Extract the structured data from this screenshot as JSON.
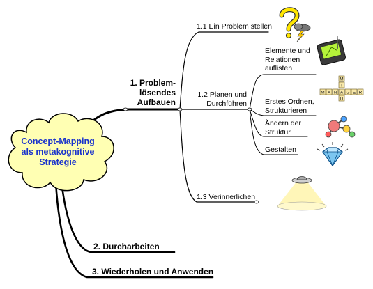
{
  "center": {
    "lines": [
      "Concept-Mapping",
      "als metakognitive",
      "Strategie"
    ]
  },
  "branch1": {
    "lines": [
      "1. Problem-",
      "lösendes",
      "Aufbauen"
    ],
    "sub1": "1.1 Ein Problem stellen",
    "sub2": {
      "lines": [
        "1.2 Planen und",
        "Durchführen"
      ]
    },
    "sub2_children": {
      "a": {
        "lines": [
          "Elemente und",
          "Relationen",
          "auflisten"
        ]
      },
      "b": {
        "lines": [
          "Erstes Ordnen,",
          "Strukturieren"
        ]
      },
      "c": {
        "lines": [
          "Ändern der",
          "Struktur"
        ]
      },
      "d": "Gestalten"
    },
    "sub3": "1.3 Verinnerlichen"
  },
  "branch2": "2. Durcharbeiten",
  "branch3": "3. Wiederholen und Anwenden",
  "icons": {
    "question": "question-mark-storm-icon",
    "pda": "handheld-pda-icon",
    "mindmanager": "mind-manager-tiles-icon",
    "molecule": "molecule-icon",
    "diamond": "diamond-icon",
    "ufo": "ufo-beam-icon"
  },
  "word_tiles": {
    "horizontal": [
      "M",
      "A",
      "N",
      "A",
      "G",
      "E",
      "R"
    ],
    "vertical": [
      "M",
      "I",
      "N",
      "D"
    ]
  },
  "colors": {
    "cloud_fill": "#ffffb3",
    "center_text": "#1a33cc",
    "lines": "#000000"
  }
}
